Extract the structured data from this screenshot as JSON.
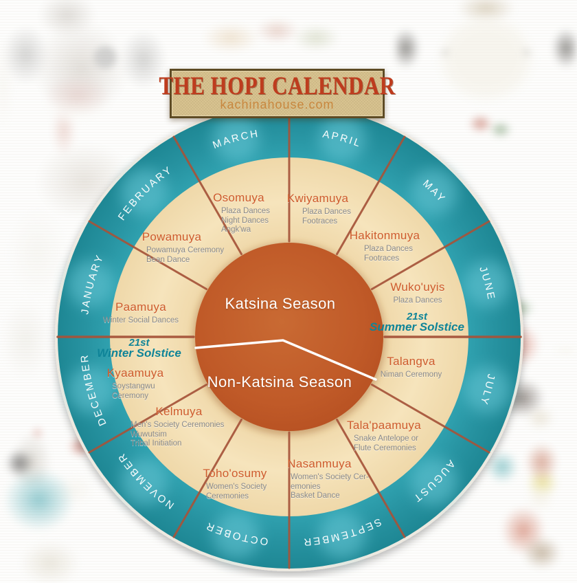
{
  "banner": {
    "title": "THE HOPI CALENDAR",
    "subtitle": "kachinahouse.com"
  },
  "wheel": {
    "center": {
      "katsina": "Katsina Season",
      "non_katsina": "Non-Katsina Season"
    },
    "solstices": {
      "winter": {
        "day": "21st",
        "name": "Winter Solstice"
      },
      "summer": {
        "day": "21st",
        "name": "Summer Solstice"
      }
    },
    "months": [
      {
        "gregorian": "JANUARY",
        "hopi": "Paamuya",
        "events": [
          "Winter Social Dances"
        ]
      },
      {
        "gregorian": "FEBRUARY",
        "hopi": "Powamuya",
        "events": [
          "Powamuya Ceremony",
          "Bean Dance"
        ]
      },
      {
        "gregorian": "MARCH",
        "hopi": "Osomuya",
        "events": [
          "Plaza Dances",
          "Night Dances",
          "Angk'wa"
        ]
      },
      {
        "gregorian": "APRIL",
        "hopi": "Kwiyamuya",
        "events": [
          "Plaza Dances",
          "Footraces"
        ]
      },
      {
        "gregorian": "MAY",
        "hopi": "Hakitonmuya",
        "events": [
          "Plaza Dances",
          "Footraces"
        ]
      },
      {
        "gregorian": "JUNE",
        "hopi": "Wuko'uyis",
        "events": [
          "Plaza Dances"
        ]
      },
      {
        "gregorian": "JULY",
        "hopi": "Talangva",
        "events": [
          "Niman Ceremony"
        ]
      },
      {
        "gregorian": "AUGUST",
        "hopi": "Tala'paamuya",
        "events": [
          "Snake Antelope or",
          "Flute Ceremonies"
        ]
      },
      {
        "gregorian": "SEPTEMBER",
        "hopi": "Nasanmuya",
        "events": [
          "Women's Society Cer-",
          "emonies",
          "Basket Dance"
        ]
      },
      {
        "gregorian": "OCTOBER",
        "hopi": "Toho'osumy",
        "events": [
          "Women's Society",
          "Ceremonies"
        ]
      },
      {
        "gregorian": "NOVEMBER",
        "hopi": "Kelmuya",
        "events": [
          "Men's Society Ceremonies",
          "Wuwutsim",
          "Tribal Initiation"
        ]
      },
      {
        "gregorian": "DECEMBER",
        "hopi": "Kyaamuya",
        "events": [
          "Soystangwu",
          "Ceremony"
        ]
      }
    ],
    "colors": {
      "ring_teal": "#2A97A5",
      "ring_cream": "#F3DFB4",
      "center_orange": "#C05A28",
      "divider_line": "#A6543A",
      "hopi_name_text": "#CE5B2C",
      "event_text": "#8A8A8A",
      "solstice_text": "#0F8498",
      "month_ring_text": "#FFFFFF",
      "banner_bg": "#D9C491",
      "banner_title_text": "#BE3C1E",
      "banner_subtitle_text": "#C8873E"
    }
  }
}
